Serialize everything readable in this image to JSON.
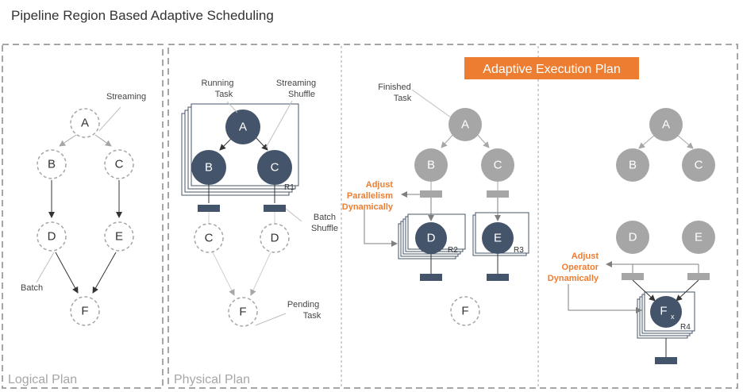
{
  "title": "Pipeline Region Based Adaptive Scheduling",
  "banner": "Adaptive Execution Plan",
  "colors": {
    "dark_node": "#44546a",
    "finished_node": "#a6a6a6",
    "banner": "#ed7d31",
    "accent_text": "#ed7d31",
    "dashed_border": "#a6a6a6"
  },
  "panels": {
    "logical": {
      "label": "Logical Plan",
      "nodes": {
        "a": "A",
        "b": "B",
        "c": "C",
        "d": "D",
        "e": "E",
        "f": "F"
      },
      "annotations": {
        "streaming": "Streaming",
        "batch": "Batch"
      }
    },
    "physical": {
      "label": "Physical Plan",
      "nodes": {
        "a": "A",
        "b": "B",
        "c": "C",
        "c2": "C",
        "d": "D",
        "f": "F"
      },
      "annotations": {
        "running_1": "Running",
        "running_2": "Task",
        "streaming_1": "Streaming",
        "streaming_2": "Shuffle",
        "batch_1": "Batch",
        "batch_2": "Shuffle",
        "pending_1": "Pending",
        "pending_2": "Task"
      },
      "regions": {
        "r1": "R1"
      }
    },
    "adaptive1": {
      "nodes": {
        "a": "A",
        "b": "B",
        "c": "C",
        "d": "D",
        "e": "E",
        "f": "F"
      },
      "annotations": {
        "finished_1": "Finished",
        "finished_2": "Task",
        "adjust_1": "Adjust",
        "adjust_2": "Parallelism",
        "adjust_3": "Dynamically"
      },
      "regions": {
        "r2": "R2",
        "r3": "R3"
      }
    },
    "adaptive2": {
      "nodes": {
        "a": "A",
        "b": "B",
        "c": "C",
        "d": "D",
        "e": "E",
        "f": "F",
        "f_sub": "x"
      },
      "annotations": {
        "adjust_1": "Adjust",
        "adjust_2": "Operator",
        "adjust_3": "Dynamically"
      },
      "regions": {
        "r4": "R4"
      }
    }
  }
}
